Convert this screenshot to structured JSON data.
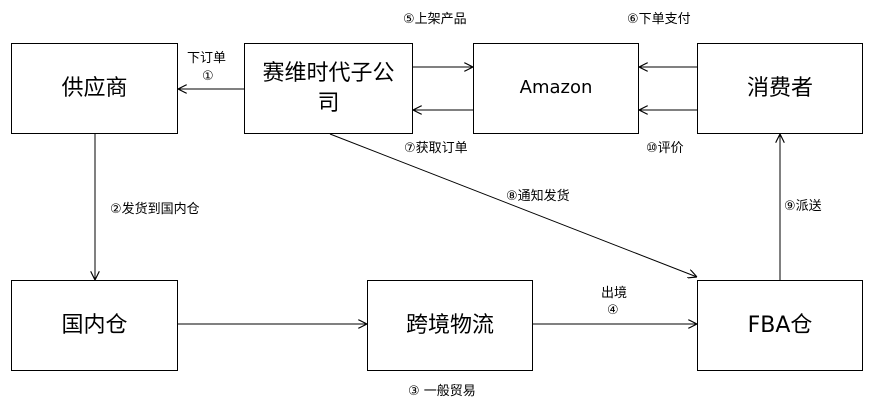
{
  "nodes": {
    "supplier": "供应商",
    "subsidiary": "赛维时代子公司",
    "amazon": "Amazon",
    "consumer": "消费者",
    "domestic_warehouse": "国内仓",
    "cross_border_logistics": "跨境物流",
    "fba_warehouse": "FBA仓"
  },
  "edges": {
    "order_text": "下订单",
    "order_num": "①",
    "ship_domestic": "②发货到国内仓",
    "general_trade": "③ 一般贸易",
    "exit_text": "出境",
    "exit_num": "④",
    "list_products": "⑤上架产品",
    "place_order_pay": "⑥下单支付",
    "get_order": "⑦获取订单",
    "notify_ship": "⑧通知发货",
    "deliver": "⑨派送",
    "review": "⑩评价"
  }
}
